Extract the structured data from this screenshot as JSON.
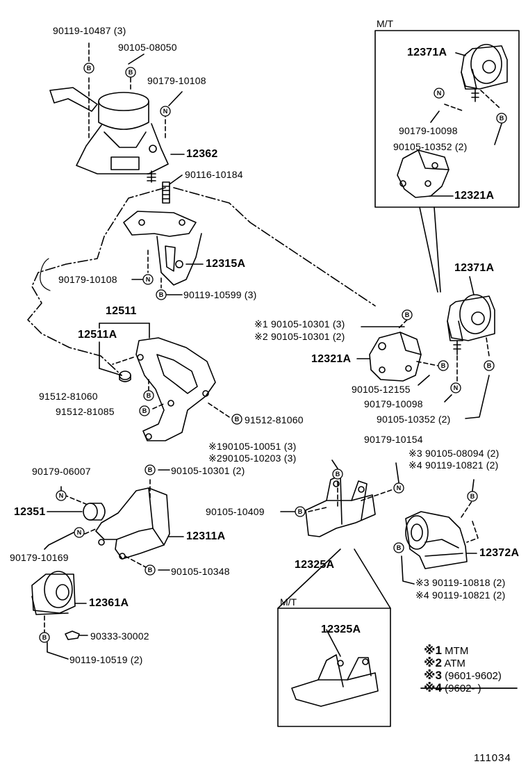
{
  "sections": {
    "mt_top": "M/T",
    "mt_bottom": "M/T"
  },
  "parts": {
    "p1": "90119-10487 (3)",
    "p2": "90105-08050",
    "p3": "90179-10108",
    "p4": "12362",
    "p5": "90116-10184",
    "p6": "12315A",
    "p7": "90179-10108",
    "p8": "90119-10599 (3)",
    "p9": "12511",
    "p10": "12511A",
    "p11": "91512-81060",
    "p12": "91512-81085",
    "p13": "91512-81060",
    "p14": "12371A",
    "p15": "90179-10098",
    "p16": "90105-10352 (2)",
    "p17": "12321A",
    "p18": "12371A",
    "p19": "※1 90105-10301 (3)",
    "p20": "※2 90105-10301 (2)",
    "p21": "12321A",
    "p22": "90105-12155",
    "p23": "90179-10098",
    "p24": "90105-10352 (2)",
    "p25": "※190105-10051 (3)",
    "p26": "※290105-10203 (3)",
    "p27": "90179-10154",
    "p28": "※3 90105-08094 (2)",
    "p29": "※4 90119-10821 (2)",
    "p30": "90179-06007",
    "p31": "90105-10301 (2)",
    "p32": "12351",
    "p33": "12311A",
    "p34": "90179-10169",
    "p35": "90105-10348",
    "p36": "90105-10409",
    "p37": "12325A",
    "p38": "12372A",
    "p39": "※3 90119-10818 (2)",
    "p40": "※4 90119-10821 (2)",
    "p41": "12361A",
    "p42": "90333-30002",
    "p43": "90119-10519 (2)",
    "p44": "12325A"
  },
  "legend": [
    {
      "mark": "※1",
      "text": "MTM"
    },
    {
      "mark": "※2",
      "text": "ATM"
    },
    {
      "mark": "※3",
      "text": "(9601-9602)"
    },
    {
      "mark": "※4",
      "text": "(9602-       )"
    }
  ],
  "markers": {
    "b": "B",
    "n": "N"
  },
  "footer": "111034"
}
